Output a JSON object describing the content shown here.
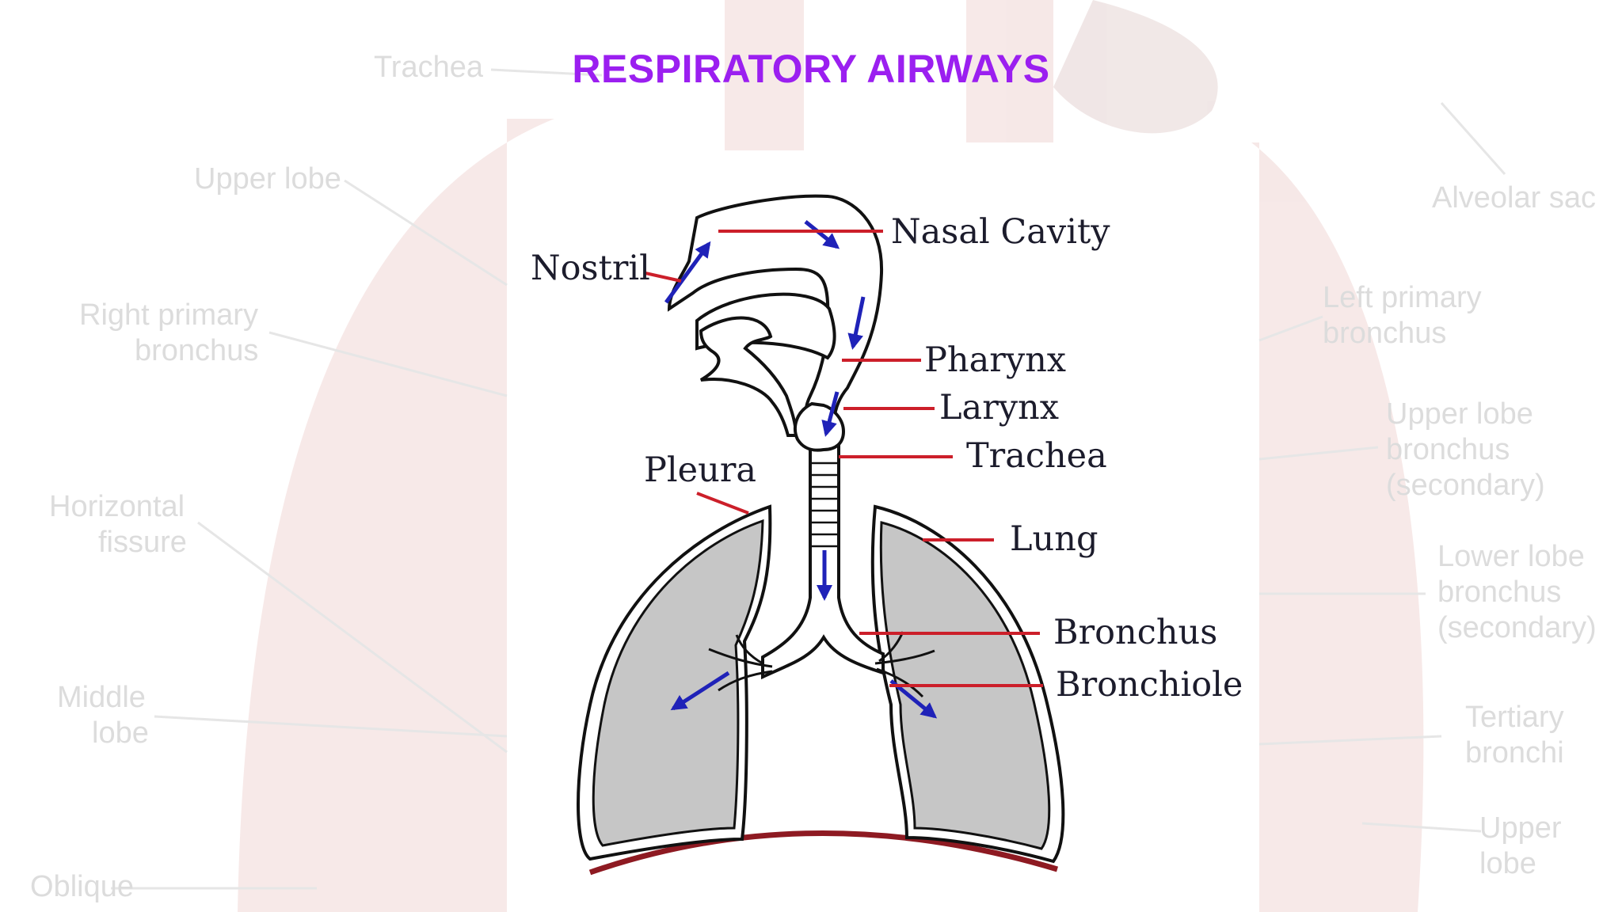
{
  "title": "RESPIRATORY AIRWAYS",
  "colors": {
    "title": "#9b1ff0",
    "leader": "#cc1f2a",
    "arrow": "#1f22b8",
    "lung_fill": "#c6c6c6",
    "outline": "#111111",
    "diaphragm": "#8e1a22",
    "background_labels": "#dcdcdc"
  },
  "labels": {
    "nasal_cavity": "Nasal Cavity",
    "nostril": "Nostril",
    "pharynx": "Pharynx",
    "larynx": "Larynx",
    "trachea": "Trachea",
    "pleura": "Pleura",
    "lung": "Lung",
    "bronchus": "Bronchus",
    "bronchiole": "Bronchiole"
  },
  "background_labels": {
    "trachea": "Trachea",
    "upper_lobe_left": "Upper lobe",
    "right_primary_1": "Right primary",
    "right_primary_2": "bronchus",
    "horizontal_1": "Horizontal",
    "horizontal_2": "fissure",
    "middle_1": "Middle",
    "middle_2": "lobe",
    "oblique": "Oblique",
    "alveolar_sac": "Alveolar sac",
    "left_primary_1": "Left primary",
    "left_primary_2": "bronchus",
    "upper_lobe_b1": "Upper lobe",
    "upper_lobe_b2": "bronchus",
    "upper_lobe_b3": "(secondary)",
    "lower_lobe_b1": "Lower lobe",
    "lower_lobe_b2": "bronchus",
    "lower_lobe_b3": "(secondary)",
    "tertiary_1": "Tertiary",
    "tertiary_2": "bronchi",
    "upper_lobe_r1": "Upper",
    "upper_lobe_r2": "lobe"
  }
}
